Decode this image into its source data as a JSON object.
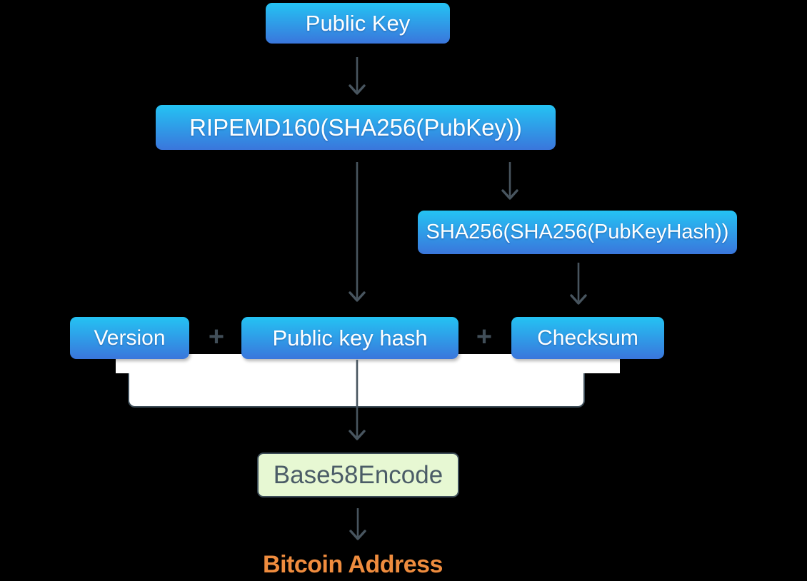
{
  "nodes": {
    "public_key": {
      "label": "Public Key"
    },
    "ripemd160": {
      "label": "RIPEMD160(SHA256(PubKey))"
    },
    "sha256_checksum": {
      "label": "SHA256(SHA256(PubKeyHash))"
    },
    "version": {
      "label": "Version"
    },
    "public_key_hash": {
      "label": "Public key hash"
    },
    "checksum": {
      "label": "Checksum"
    },
    "base58encode": {
      "label": "Base58Encode"
    },
    "bitcoin_address": {
      "label": "Bitcoin Address"
    }
  },
  "operators": {
    "plus_1": "+",
    "plus_2": "+"
  },
  "colors": {
    "background": "#000000",
    "box_blue_top": "#24c3f3",
    "box_blue_bottom": "#3a76dc",
    "box_text": "#ffffff",
    "connector_slate": "#48555f",
    "outline_slate": "#3d4d58",
    "base58_bg": "#e7f8d3",
    "base58_text": "#4b5c67",
    "address_orange": "#ef8c3e",
    "plus_slate": "#414e58",
    "white_panel": "#ffffff"
  }
}
